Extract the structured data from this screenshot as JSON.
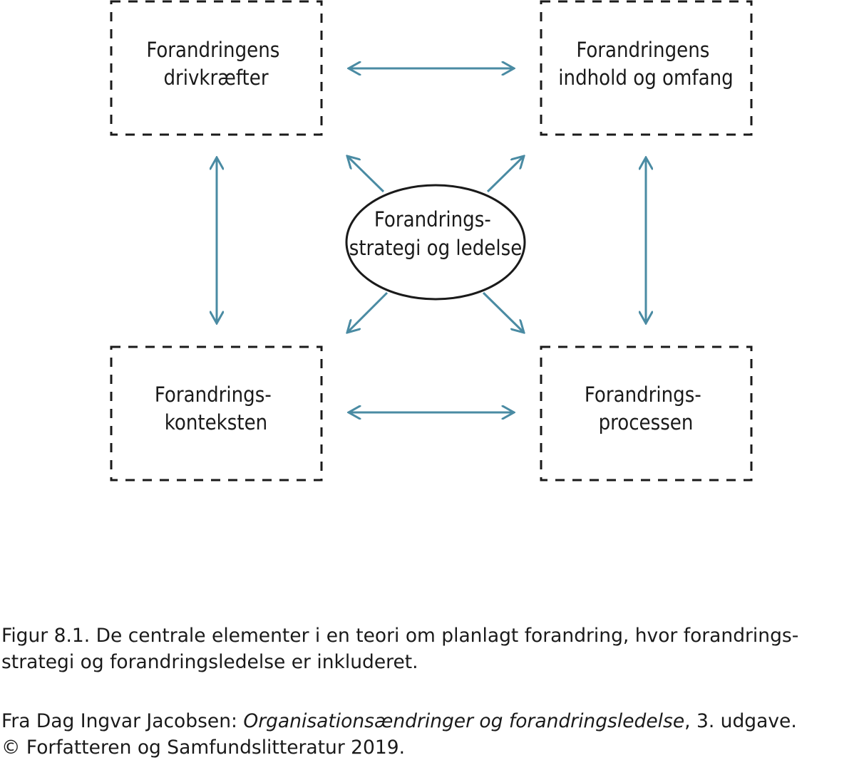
{
  "diagram": {
    "arrow_color": "#4a8ba3",
    "box_border_color": "#1a1a1a",
    "nodes": {
      "drivers": {
        "line1": "Forandringens",
        "line2": "drivkræfter"
      },
      "content": {
        "line1": "Forandringens",
        "line2": "indhold og omfang"
      },
      "context": {
        "line1": "Forandrings-",
        "line2": "konteksten"
      },
      "process": {
        "line1": "Forandrings-",
        "line2": "processen"
      },
      "strategy": {
        "line1": "Forandrings-",
        "line2": "strategi og ledelse"
      }
    }
  },
  "caption": {
    "figure_text_line1": "Figur 8.1. De centrale elementer i en teori om planlagt forandring, hvor forandrings-",
    "figure_text_line2": "strategi og forandringsledelse er inkluderet.",
    "source_prefix": "Fra Dag Ingvar Jacobsen: ",
    "source_title": "Organisationsændringer og forandringsledelse",
    "source_suffix": ", 3. udgave.",
    "copyright": "© Forfatteren og Samfundslitteratur 2019."
  }
}
